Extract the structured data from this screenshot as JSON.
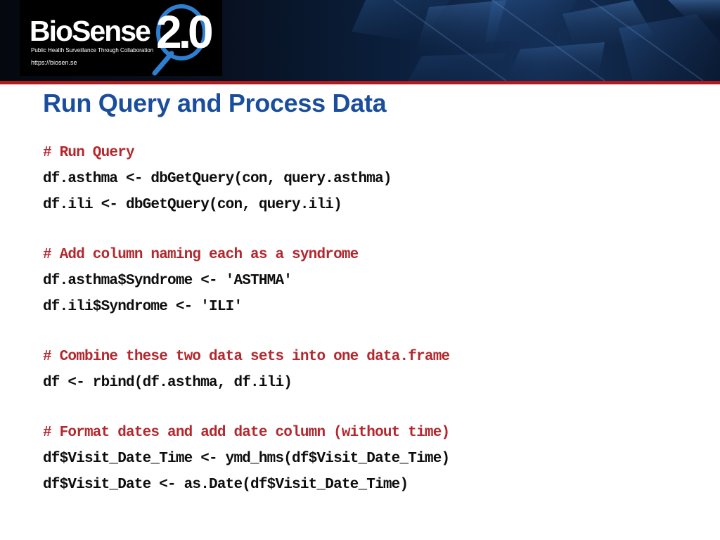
{
  "header": {
    "brand": "BioSense",
    "version": "2.0",
    "tagline": "Public Health Surveillance Through Collaboration",
    "url": "https://biosen.se",
    "colors": {
      "banner": "#07101f",
      "accent_line": "#b21a1f"
    }
  },
  "slide": {
    "title": "Run Query and Process Data",
    "title_color": "#1a4e9c",
    "comment_color": "#b3272d",
    "code_lines": [
      {
        "type": "comment",
        "text": "# Run Query"
      },
      {
        "type": "stmt",
        "text": "df.asthma <- dbGetQuery(con, query.asthma)"
      },
      {
        "type": "stmt",
        "text": "df.ili <- dbGetQuery(con, query.ili)"
      },
      {
        "type": "blank",
        "text": ""
      },
      {
        "type": "comment",
        "text": "# Add column naming each as a syndrome"
      },
      {
        "type": "stmt",
        "text": "df.asthma$Syndrome <- 'ASTHMA'"
      },
      {
        "type": "stmt",
        "text": "df.ili$Syndrome <- 'ILI'"
      },
      {
        "type": "blank",
        "text": ""
      },
      {
        "type": "comment",
        "text": "# Combine these two data sets into one data.frame"
      },
      {
        "type": "stmt",
        "text": "df <- rbind(df.asthma, df.ili)"
      },
      {
        "type": "blank",
        "text": ""
      },
      {
        "type": "comment",
        "text": "# Format dates and add date column (without time)"
      },
      {
        "type": "stmt",
        "text": "df$Visit_Date_Time <- ymd_hms(df$Visit_Date_Time)"
      },
      {
        "type": "stmt",
        "text": "df$Visit_Date <- as.Date(df$Visit_Date_Time)"
      }
    ]
  }
}
